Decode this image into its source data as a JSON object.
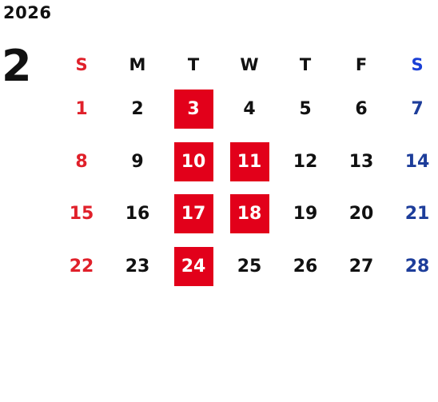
{
  "year": "2026",
  "month": "2",
  "weekdays": [
    "S",
    "M",
    "T",
    "W",
    "T",
    "F",
    "S"
  ],
  "weeks": [
    [
      "1",
      "2",
      "3",
      "4",
      "5",
      "6",
      "7"
    ],
    [
      "8",
      "9",
      "10",
      "11",
      "12",
      "13",
      "14"
    ],
    [
      "15",
      "16",
      "17",
      "18",
      "19",
      "20",
      "21"
    ],
    [
      "22",
      "23",
      "24",
      "25",
      "26",
      "27",
      "28"
    ]
  ],
  "highlighted_days": [
    "3",
    "10",
    "11",
    "17",
    "18",
    "24"
  ],
  "colors": {
    "sunday": "#e0202a",
    "saturday_header": "#1a3fd6",
    "saturday": "#1d3d9a",
    "highlight_bg": "#e2001a",
    "highlight_text": "#ffffff",
    "text": "#111111"
  }
}
